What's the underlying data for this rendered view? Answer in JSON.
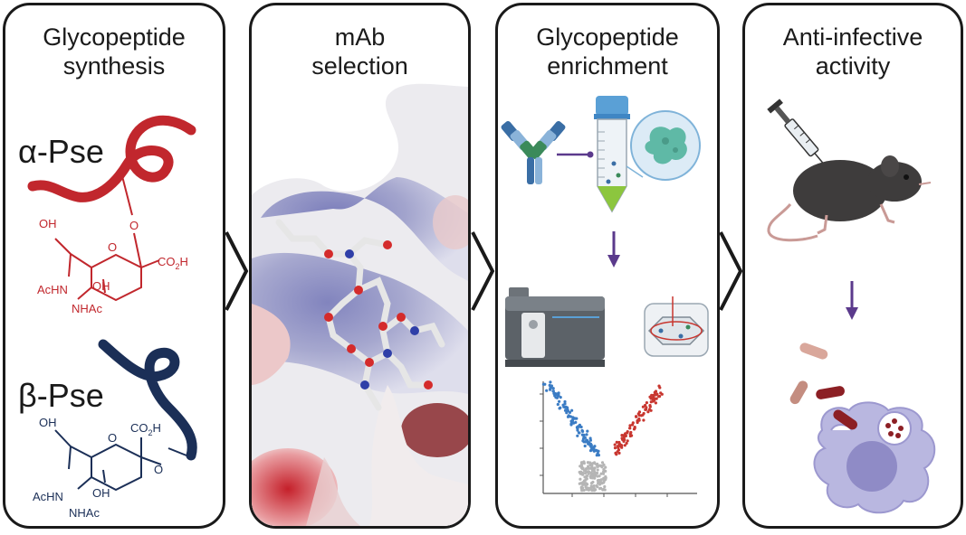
{
  "panels": [
    {
      "title_line1": "Glycopeptide",
      "title_line2": "synthesis"
    },
    {
      "title_line1": "mAb",
      "title_line2": "selection"
    },
    {
      "title_line1": "Glycopeptide",
      "title_line2": "enrichment"
    },
    {
      "title_line1": "Anti-infective",
      "title_line2": "activity"
    }
  ],
  "synthesis": {
    "alpha_label": "α-Pse",
    "beta_label": "β-Pse",
    "alpha_chem": {
      "oh_top": "OH",
      "o_ring": "O",
      "o_link": "O",
      "co2h": "CO",
      "co2h_sub": "2",
      "co2h_h": "H",
      "oh_low": "OH",
      "achn": "AcHN",
      "nhac": "NHAc"
    },
    "beta_chem": {
      "oh_top": "OH",
      "o_ring": "O",
      "o_link": "O",
      "co2h": "CO",
      "co2h_sub": "2",
      "co2h_h": "H",
      "oh_low": "OH",
      "achn": "AcHN",
      "nhac": "NHAc"
    }
  },
  "colors": {
    "alpha_red": "#c1272d",
    "beta_navy": "#1b2f57",
    "arrow_purple": "#5b3a8c",
    "panel_border": "#1a1a1a",
    "volcano_blue": "#3b7cc4",
    "volcano_red": "#c8362f",
    "volcano_grey": "#b5b5b5"
  }
}
